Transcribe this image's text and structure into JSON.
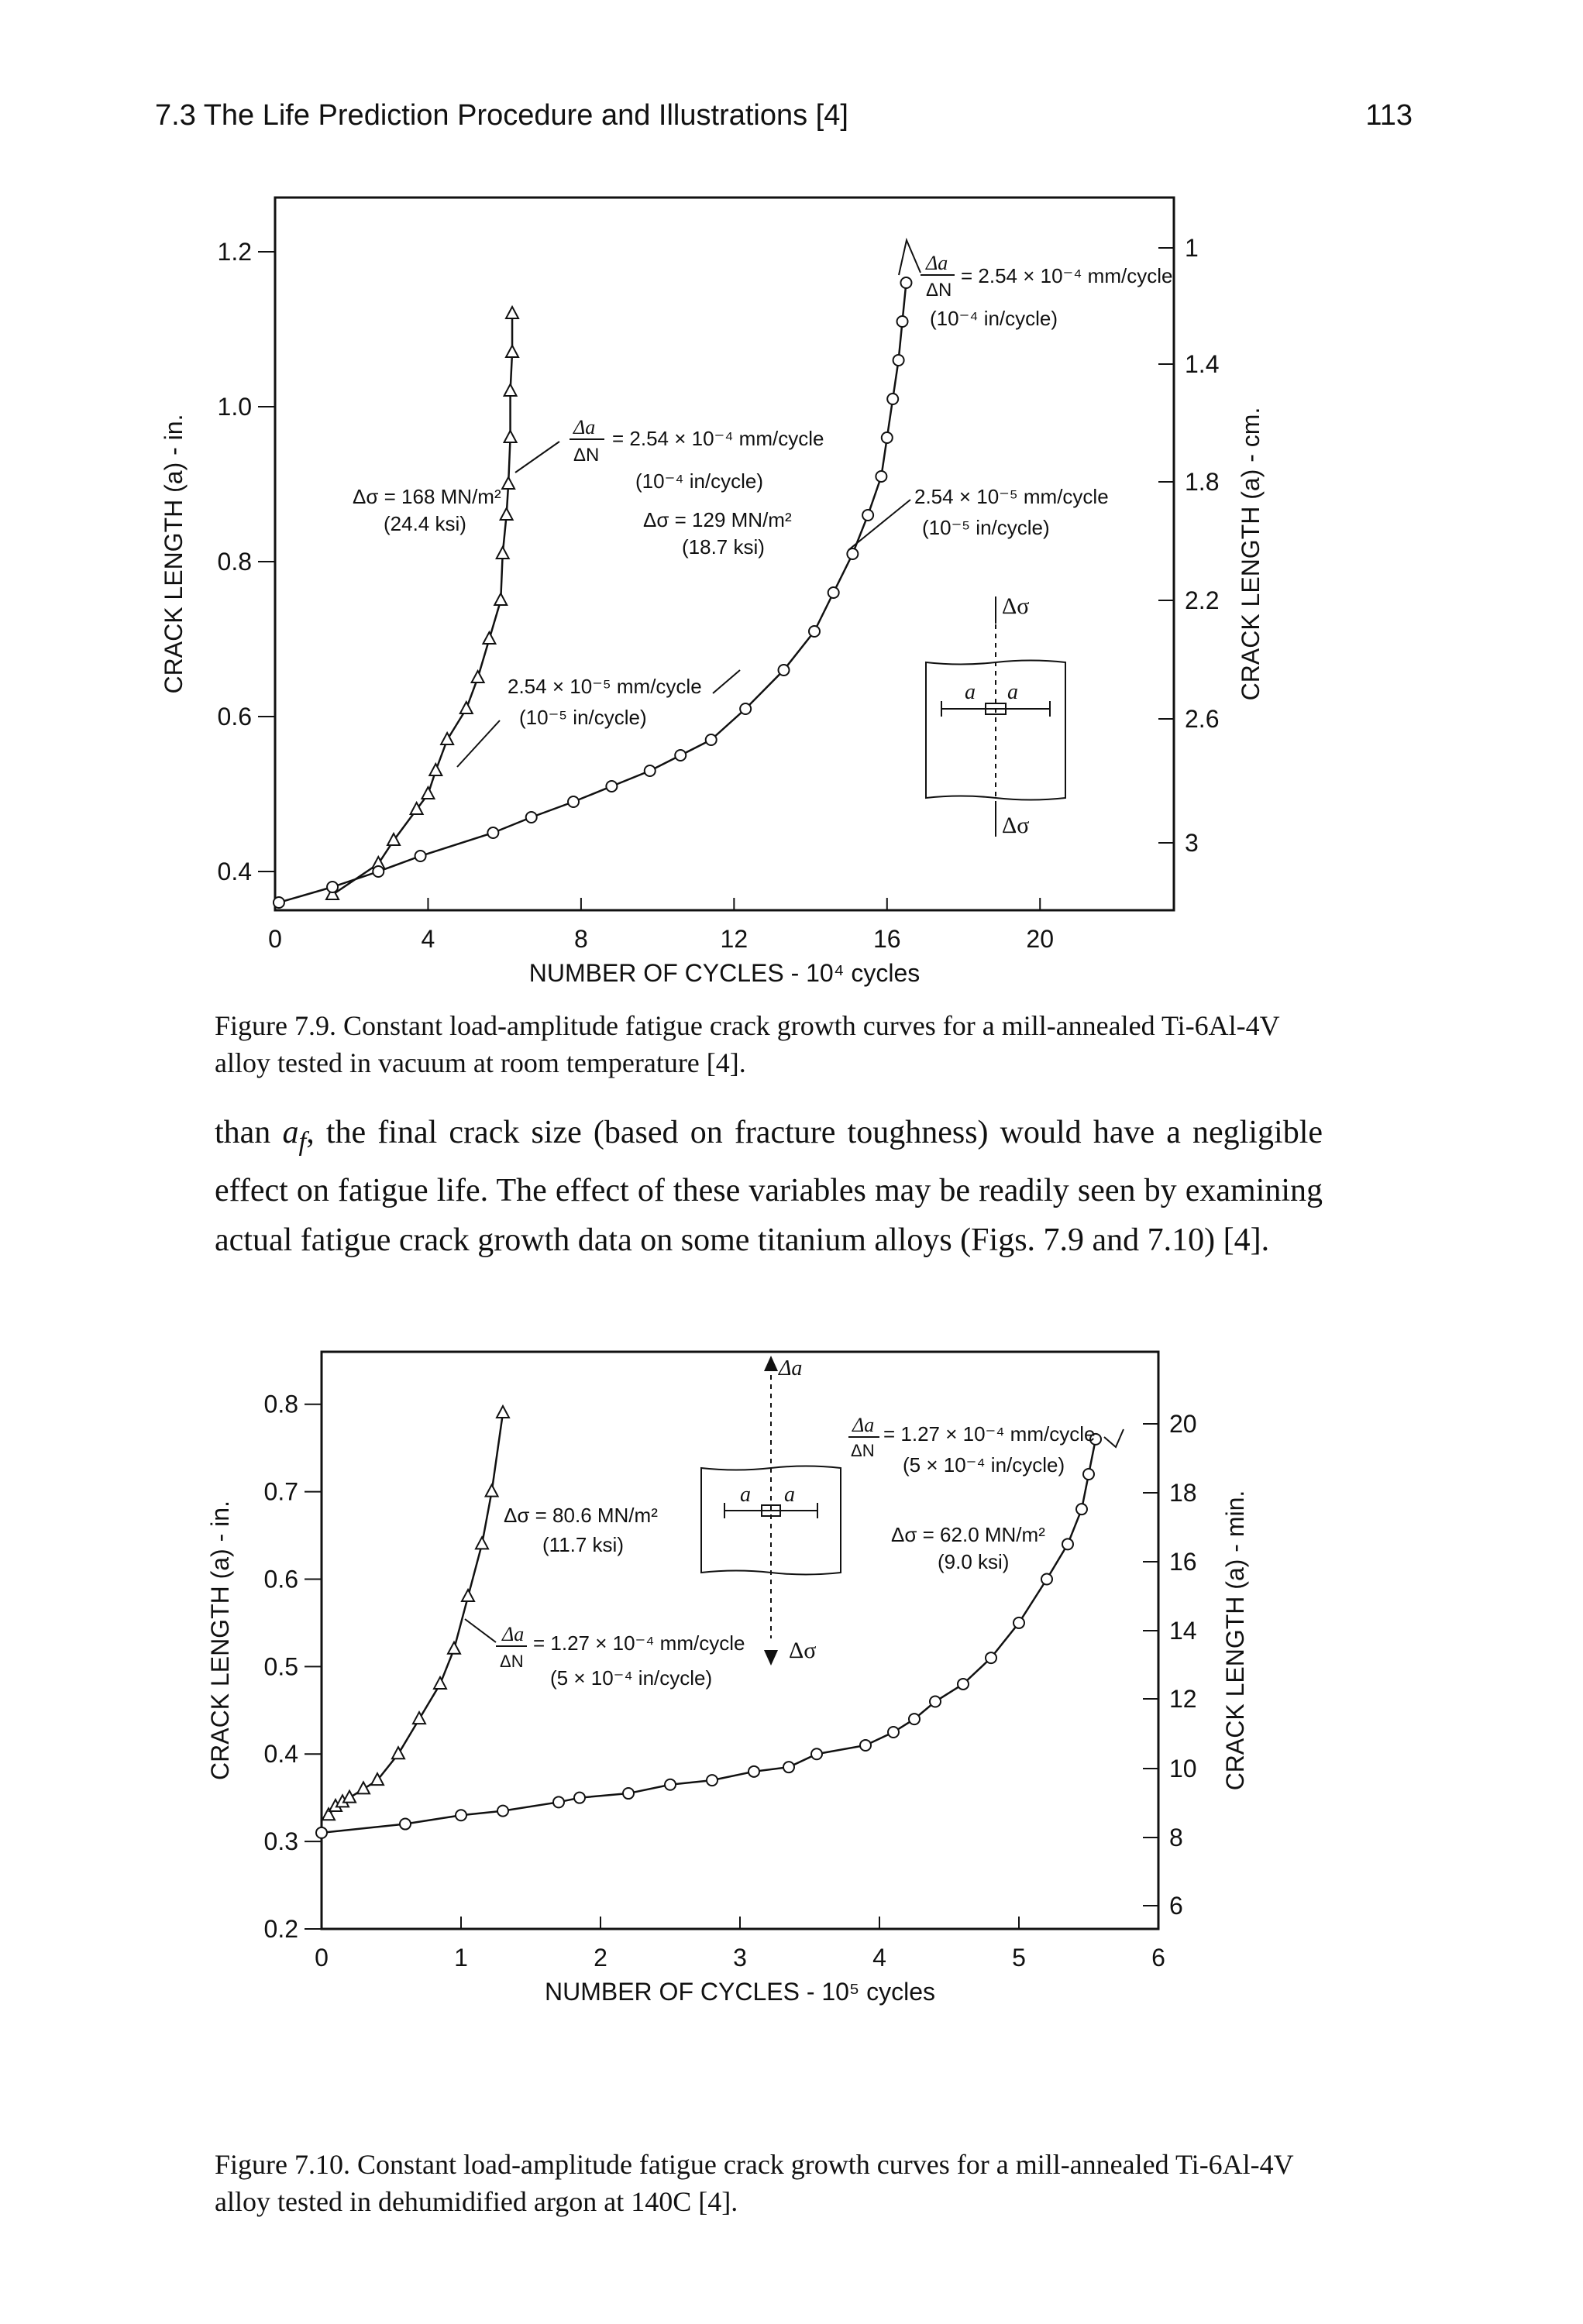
{
  "header": {
    "section": "7.3 The Life Prediction Procedure and Illustrations [4]",
    "page": "113"
  },
  "figure1": {
    "caption": "Figure 7.9. Constant load-amplitude fatigue crack growth curves for a mill-annealed Ti-6Al-4V alloy tested in vacuum at room temperature [4].",
    "annotations": {
      "rate_top_a": "= 2.54 × 10⁻⁴ mm/cycle",
      "rate_top_b": "(10⁻⁴ in/cycle)",
      "rate_mid_a": "= 2.54 × 10⁻⁴ mm/cycle",
      "rate_mid_b": "(10⁻⁴ in/cycle)",
      "stress_high_a": "Δσ = 168 MN/m²",
      "stress_high_b": "(24.4 ksi)",
      "stress_low_a": "Δσ = 129 MN/m²",
      "stress_low_b": "(18.7 ksi)",
      "rate_low_left_a": "2.54 × 10⁻⁵ mm/cycle",
      "rate_low_left_b": "(10⁻⁵ in/cycle)",
      "rate_low_right_a": "2.54 × 10⁻⁵ mm/cycle",
      "rate_low_right_b": "(10⁻⁵ in/cycle)",
      "da_dn": "Δa / ΔN",
      "specimen_sigma": "Δσ",
      "specimen_a": "a"
    }
  },
  "paragraph": "than a_f, the final crack size (based on fracture toughness) would have a negligible effect on fatigue life. The effect of these variables may be readily seen by examining actual fatigue crack growth data on some titanium alloys (Figs. 7.9 and 7.10) [4].",
  "paragraph_parts": {
    "p1": "than ",
    "p2": "a",
    "p3": "f",
    "p4": ", the final crack size (based on fracture toughness) would have a negligible effect on fatigue life. The effect of these variables may be readily seen by examining actual fatigue crack growth data on some titanium alloys (Figs. 7.9 and 7.10) [4]."
  },
  "figure2": {
    "caption": "Figure 7.10. Constant load-amplitude fatigue crack growth curves for a mill-annealed Ti-6Al-4V alloy tested in dehumidified argon at 140C [4].",
    "annotations": {
      "rate_right_a": "= 1.27 × 10⁻⁴ mm/cycle",
      "rate_right_b": "(5 × 10⁻⁴ in/cycle)",
      "rate_left_a": "= 1.27 × 10⁻⁴ mm/cycle",
      "rate_left_b": "(5 × 10⁻⁴ in/cycle)",
      "stress_high_a": "Δσ = 80.6 MN/m²",
      "stress_high_b": "(11.7 ksi)",
      "stress_low_a": "Δσ = 62.0 MN/m²",
      "stress_low_b": "(9.0 ksi)",
      "da_dn": "Δa / ΔN",
      "specimen_sigma": "Δσ",
      "specimen_da": "Δa",
      "specimen_a": "a"
    }
  },
  "chart_data": [
    {
      "type": "line",
      "xlabel": "NUMBER OF CYCLES - 10⁴ cycles",
      "ylabel": "CRACK LENGTH (a) - in.",
      "ylabel_right": "CRACK LENGTH (a) - cm.",
      "xlim": [
        0,
        23.5
      ],
      "ylim": [
        0.35,
        1.27
      ],
      "x_ticks": [
        0,
        4,
        8,
        12,
        16,
        20
      ],
      "y_ticks": [
        0.4,
        0.6,
        0.8,
        1.0,
        1.2
      ],
      "y_ticks_right": [
        1.0,
        1.4,
        1.8,
        2.2,
        2.6,
        3.0
      ],
      "series": [
        {
          "marker": "triangle",
          "x": [
            1.5,
            2.7,
            3.1,
            3.7,
            4.0,
            4.2,
            4.5,
            5.0,
            5.3,
            5.6,
            5.9,
            5.95,
            6.05,
            6.1,
            6.15,
            6.15,
            6.2,
            6.2
          ],
          "y": [
            0.37,
            0.41,
            0.44,
            0.48,
            0.5,
            0.53,
            0.57,
            0.61,
            0.65,
            0.7,
            0.75,
            0.81,
            0.86,
            0.9,
            0.96,
            1.02,
            1.07,
            1.12
          ]
        },
        {
          "marker": "circle",
          "x": [
            0.1,
            1.5,
            2.7,
            3.8,
            5.7,
            6.7,
            7.8,
            8.8,
            9.8,
            10.6,
            11.4,
            12.3,
            13.3,
            14.1,
            14.6,
            15.1,
            15.5,
            15.85,
            16.0,
            16.15,
            16.3,
            16.4,
            16.5
          ],
          "y": [
            0.36,
            0.38,
            0.4,
            0.42,
            0.45,
            0.47,
            0.49,
            0.51,
            0.53,
            0.55,
            0.57,
            0.61,
            0.66,
            0.71,
            0.76,
            0.81,
            0.86,
            0.91,
            0.96,
            1.01,
            1.06,
            1.11,
            1.16
          ]
        }
      ]
    },
    {
      "type": "line",
      "xlabel": "NUMBER OF CYCLES - 10⁵ cycles",
      "ylabel": "CRACK LENGTH (a) - in.",
      "ylabel_right": "CRACK LENGTH (a) - min.",
      "xlim": [
        0,
        6
      ],
      "ylim": [
        0.2,
        0.86
      ],
      "x_ticks": [
        0,
        1,
        2,
        3,
        4,
        5,
        6
      ],
      "y_ticks": [
        0.2,
        0.3,
        0.4,
        0.5,
        0.6,
        0.7,
        0.8
      ],
      "y_ticks_right": [
        6,
        8,
        10,
        12,
        14,
        16,
        18,
        20
      ],
      "series": [
        {
          "marker": "triangle",
          "x": [
            0.05,
            0.1,
            0.15,
            0.2,
            0.3,
            0.4,
            0.55,
            0.7,
            0.85,
            0.95,
            1.05,
            1.15,
            1.22,
            1.3
          ],
          "y": [
            0.33,
            0.34,
            0.345,
            0.35,
            0.36,
            0.37,
            0.4,
            0.44,
            0.48,
            0.52,
            0.58,
            0.64,
            0.7,
            0.79
          ]
        },
        {
          "marker": "circle",
          "x": [
            0.0,
            0.6,
            1.0,
            1.3,
            1.7,
            1.85,
            2.2,
            2.5,
            2.8,
            3.1,
            3.35,
            3.55,
            3.9,
            4.1,
            4.25,
            4.4,
            4.6,
            4.8,
            5.0,
            5.2,
            5.35,
            5.45,
            5.5,
            5.55
          ],
          "y": [
            0.31,
            0.32,
            0.33,
            0.335,
            0.345,
            0.35,
            0.355,
            0.365,
            0.37,
            0.38,
            0.385,
            0.4,
            0.41,
            0.425,
            0.44,
            0.46,
            0.48,
            0.51,
            0.55,
            0.6,
            0.64,
            0.68,
            0.72,
            0.76
          ]
        }
      ]
    }
  ]
}
